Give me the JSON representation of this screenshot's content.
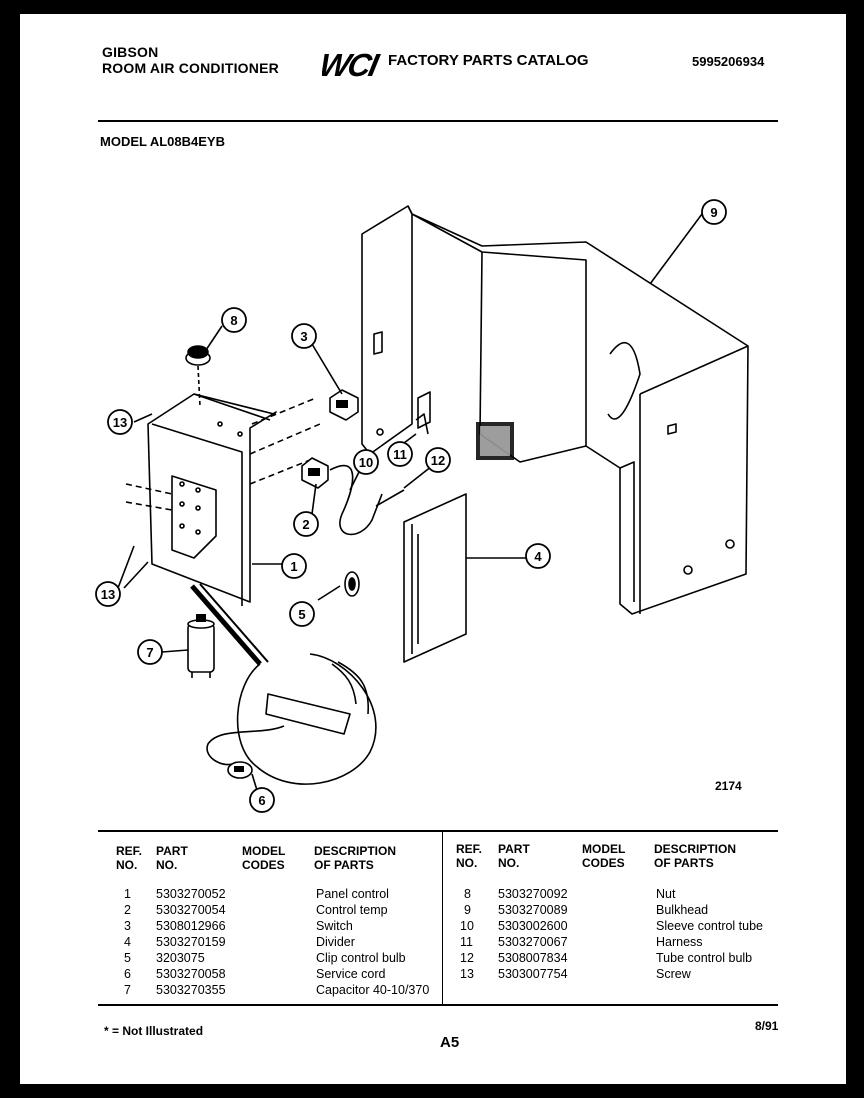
{
  "header": {
    "brand": "GIBSON",
    "product": "ROOM AIR CONDITIONER",
    "logo": "WCI",
    "catalog_title": "FACTORY PARTS CATALOG",
    "catalog_number": "5995206934"
  },
  "model_label": "MODEL AL08B4EYB",
  "diagram": {
    "drawing_number": "2174",
    "callouts": [
      "1",
      "2",
      "3",
      "4",
      "5",
      "6",
      "7",
      "8",
      "9",
      "10",
      "11",
      "12",
      "13",
      "13"
    ]
  },
  "table": {
    "headers": {
      "ref": "REF.\nNO.",
      "part": "PART\nNO.",
      "model": "MODEL\nCODES",
      "desc": "DESCRIPTION\nOF PARTS"
    },
    "left_rows": [
      {
        "ref": "1",
        "part": "5303270052",
        "desc": "Panel control"
      },
      {
        "ref": "2",
        "part": "5303270054",
        "desc": "Control temp"
      },
      {
        "ref": "3",
        "part": "5308012966",
        "desc": "Switch"
      },
      {
        "ref": "4",
        "part": "5303270159",
        "desc": "Divider"
      },
      {
        "ref": "5",
        "part": "3203075",
        "desc": "Clip control bulb"
      },
      {
        "ref": "6",
        "part": "5303270058",
        "desc": "Service cord"
      },
      {
        "ref": "7",
        "part": "5303270355",
        "desc": "Capacitor 40-10/370"
      }
    ],
    "right_rows": [
      {
        "ref": "8",
        "part": "5303270092",
        "desc": "Nut"
      },
      {
        "ref": "9",
        "part": "5303270089",
        "desc": "Bulkhead"
      },
      {
        "ref": "10",
        "part": "5303002600",
        "desc": "Sleeve control tube"
      },
      {
        "ref": "11",
        "part": "5303270067",
        "desc": "Harness"
      },
      {
        "ref": "12",
        "part": "5308007834",
        "desc": "Tube control bulb"
      },
      {
        "ref": "13",
        "part": "5303007754",
        "desc": "Screw"
      }
    ]
  },
  "footer": {
    "note": "* = Not Illustrated",
    "page": "A5",
    "date": "8/91"
  }
}
